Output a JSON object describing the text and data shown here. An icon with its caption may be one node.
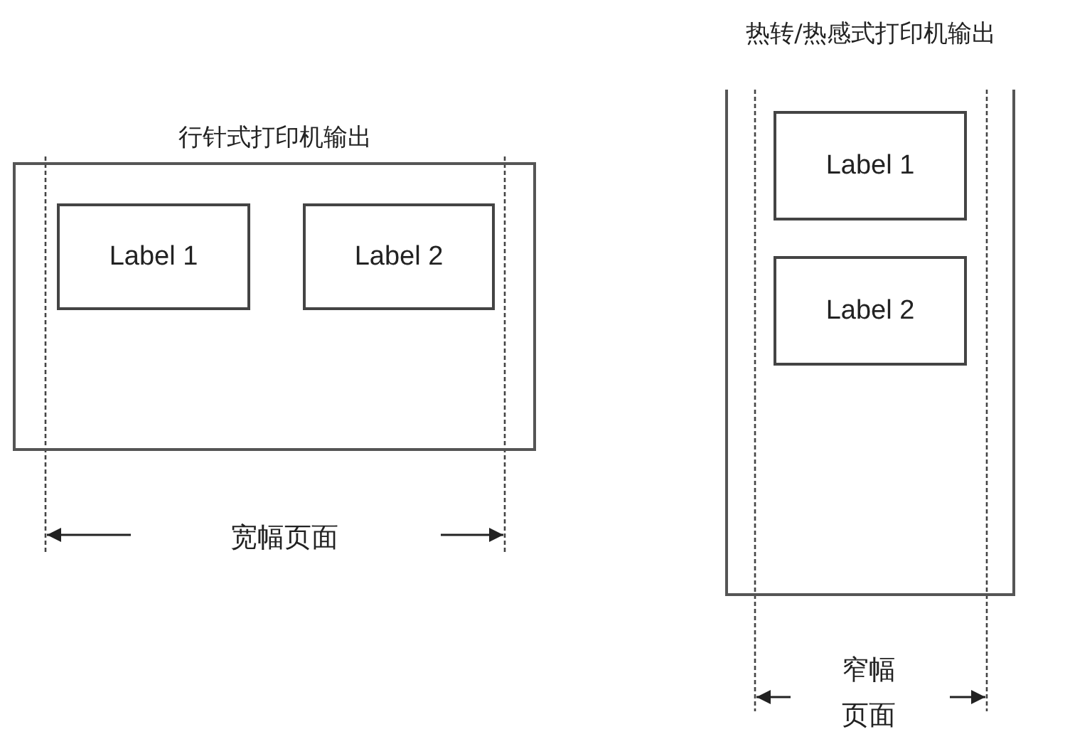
{
  "diagram": {
    "nodes": [
      {
        "text": [
          "行针式打印机输出"
        ]
      },
      {
        "text": [
          "Label 1"
        ],
        "in": 0
      },
      {
        "text": [
          "Label 2"
        ],
        "in": 0
      },
      {
        "text": [
          "热转/热感式打印机输出"
        ]
      },
      {
        "text": [
          "Label 1"
        ],
        "in": 3
      },
      {
        "text": [
          "Label 2"
        ],
        "in": 3
      }
    ],
    "edges": [],
    "labels": [
      "宽幅页面",
      "窄幅页面"
    ]
  }
}
